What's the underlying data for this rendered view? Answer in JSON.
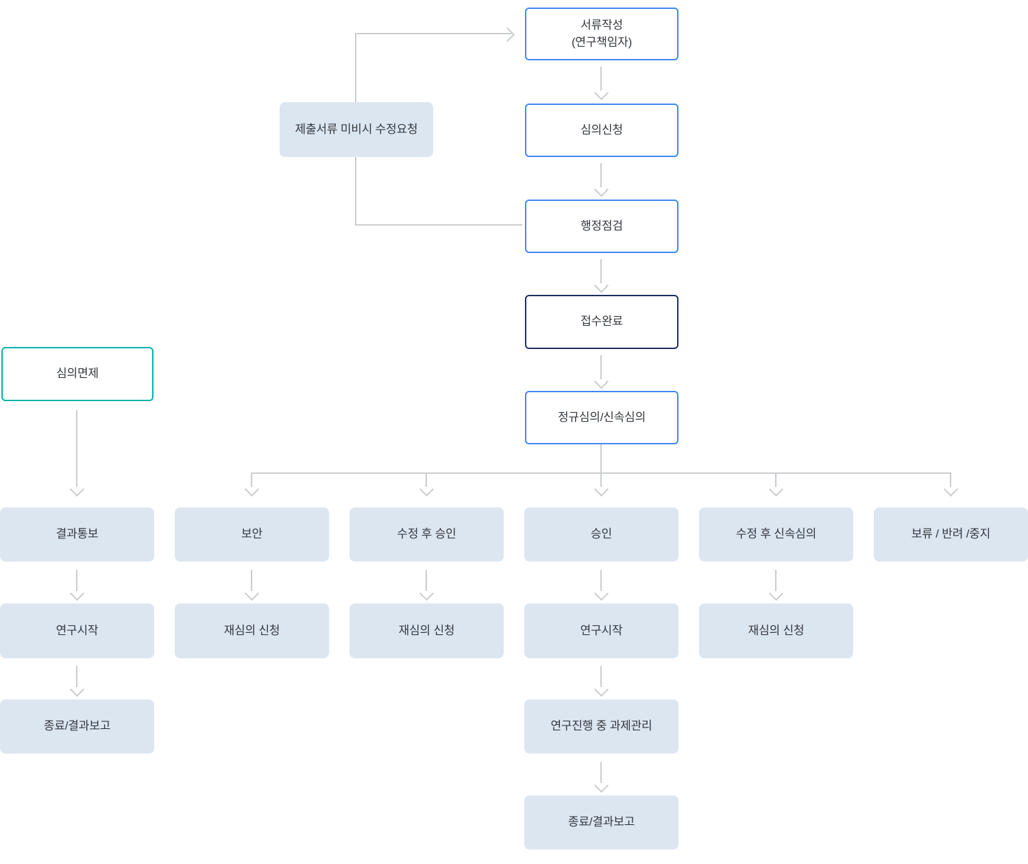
{
  "nodes": {
    "doc_write": {
      "label": "서류작성",
      "sublabel": "(연구책임자)"
    },
    "review_apply": {
      "label": "심의신청"
    },
    "revision_request": {
      "label": "제출서류 미비시 수정요청"
    },
    "admin_check": {
      "label": "행정점검"
    },
    "receipt_complete": {
      "label": "접수완료"
    },
    "regular_review": {
      "label": "정규심의/신속심의"
    },
    "exemption": {
      "label": "심의면제"
    },
    "result_notice": {
      "label": "결과통보"
    },
    "supplement": {
      "label": "보안"
    },
    "approval_after_revision": {
      "label": "수정 후 승인"
    },
    "approval": {
      "label": "승인"
    },
    "expedited_after_revision": {
      "label": "수정 후 신속심의"
    },
    "hold_reject_stop": {
      "label": "보류 / 반려 /중지"
    },
    "research_start_left": {
      "label": "연구시작"
    },
    "rereview_1": {
      "label": "재심의 신청"
    },
    "rereview_2": {
      "label": "재심의 신청"
    },
    "research_start_main": {
      "label": "연구시작"
    },
    "rereview_3": {
      "label": "재심의 신청"
    },
    "end_report_left": {
      "label": "종료/결과보고"
    },
    "task_manage": {
      "label": "연구진행 중 과제관리"
    },
    "end_report_main": {
      "label": "종료/결과보고"
    }
  },
  "colors": {
    "outline_blue": "#3d87f5",
    "outline_navy": "#1b2d5e",
    "outline_teal": "#00b2a9",
    "fill_light_blue": "#dce6f1",
    "arrow_gray": "#c9cccf",
    "text": "#33373c"
  }
}
